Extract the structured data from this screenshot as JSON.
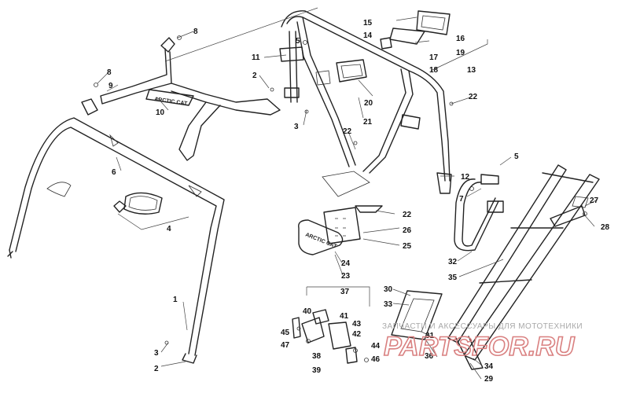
{
  "callouts": {
    "n1": "1",
    "n2a": "2",
    "n2b": "2",
    "n3a": "3",
    "n3b": "3",
    "n4": "4",
    "n5a": "5",
    "n5b": "5",
    "n6": "6",
    "n7": "7",
    "n8a": "8",
    "n8b": "8",
    "n9": "9",
    "n10": "10",
    "n11": "11",
    "n12": "12",
    "n13": "13",
    "n14": "14",
    "n15": "15",
    "n16": "16",
    "n17": "17",
    "n18": "18",
    "n19": "19",
    "n20": "20",
    "n21": "21",
    "n22a": "22",
    "n22b": "22",
    "n22c": "22",
    "n23": "23",
    "n24": "24",
    "n25": "25",
    "n26": "26",
    "n27": "27",
    "n28": "28",
    "n29": "29",
    "n30": "30",
    "n31": "31",
    "n32": "32",
    "n33": "33",
    "n34": "34",
    "n35": "35",
    "n36": "36",
    "n37": "37",
    "n38": "38",
    "n39": "39",
    "n40": "40",
    "n41": "41",
    "n42": "42",
    "n43": "43",
    "n44": "44",
    "n45": "45",
    "n46": "46",
    "n47": "47"
  },
  "decals": {
    "brace_logo": "ARCTIC CAT",
    "light_logo": "ARCTIC CAT"
  },
  "watermark": {
    "tagline": "ЗАПЧАСТИ И АКСЕССУАРЫ ДЛЯ МОТОТЕХНИКИ",
    "brand": "PARTSFOR.RU"
  },
  "colors": {
    "line": "#222222",
    "watermark_text": "#a8a8a8",
    "watermark_brand": "#d98080"
  }
}
